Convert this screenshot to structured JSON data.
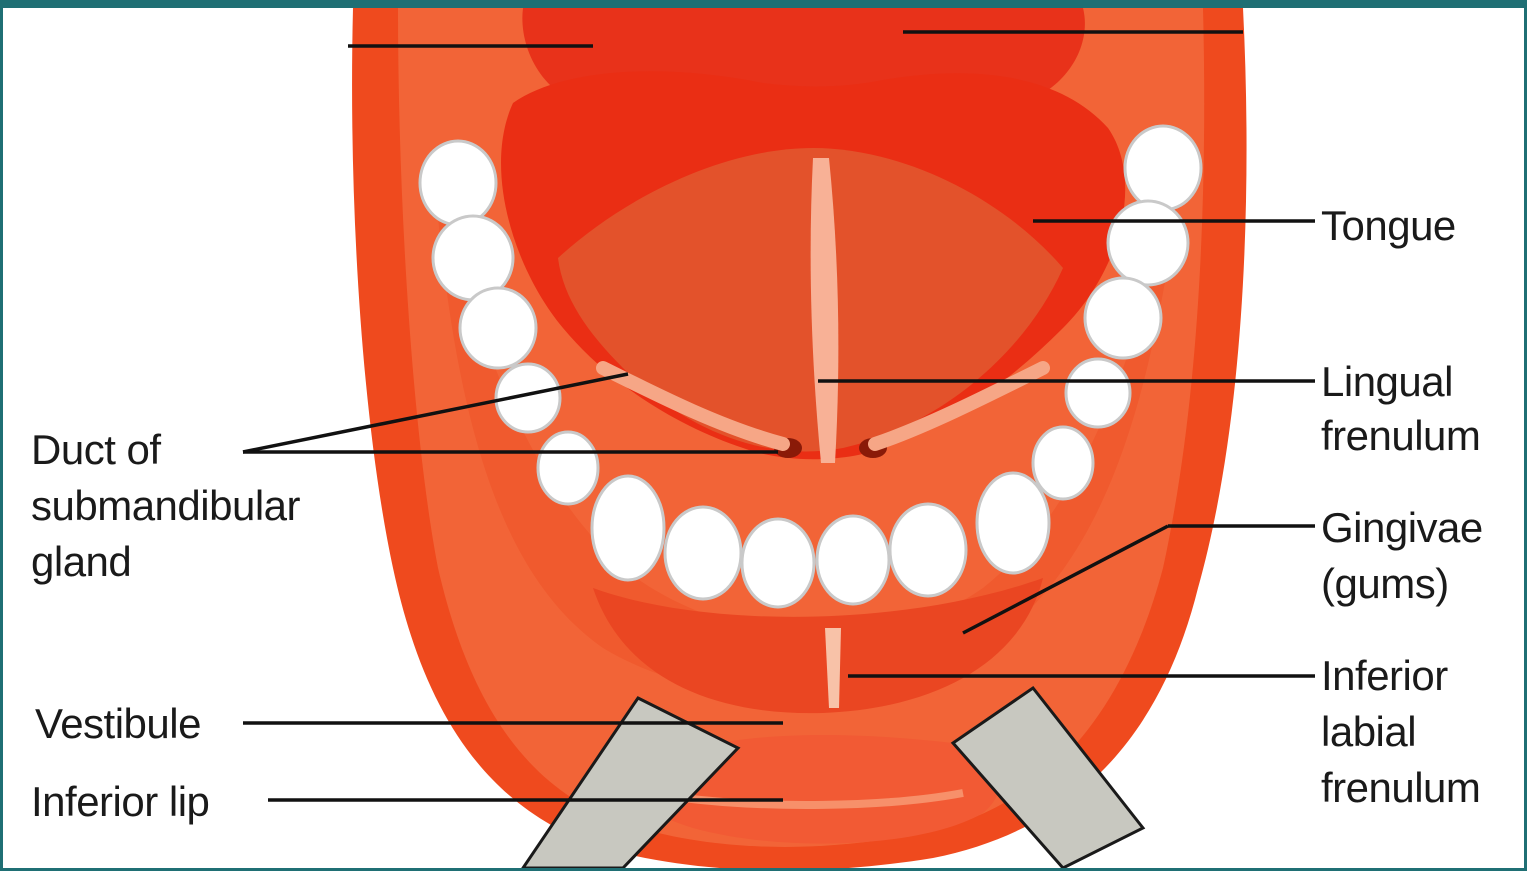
{
  "figure": {
    "kind": "anatomical illustration of the open mouth, floor of oral cavity",
    "colors": {
      "flesh": "#ef3b16",
      "flesh_light": "#f47a4c",
      "tongue_underside": "#e2572e",
      "lip": "#f25a34",
      "teeth": "#ffffff",
      "teeth_outline": "#c9c9c9",
      "retractor": "#c8c8c0",
      "leader_line": "#111111",
      "border": "#1f6f74"
    }
  },
  "labels": {
    "tongue": "Tongue",
    "lingual_frenulum": [
      "Lingual",
      "frenulum"
    ],
    "duct": [
      "Duct of",
      "submandibular",
      "gland"
    ],
    "gingivae": [
      "Gingivae",
      "(gums)"
    ],
    "inferior_labial_frenulum": [
      "Inferior",
      "labial",
      "frenulum"
    ],
    "vestibule": "Vestibule",
    "inferior_lip": "Inferior lip"
  }
}
